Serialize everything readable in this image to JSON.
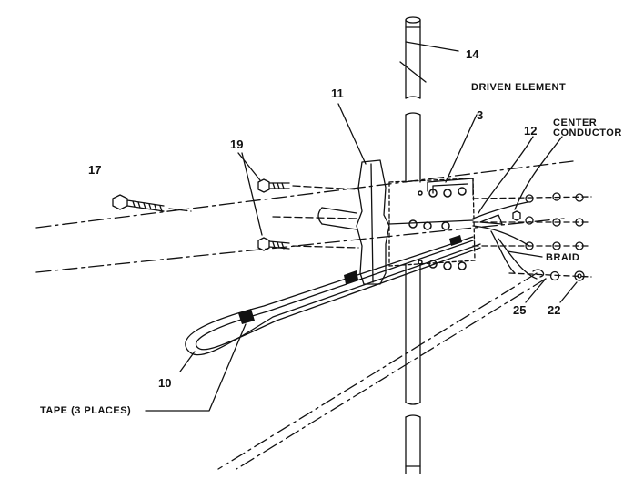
{
  "colors": {
    "ink": "#111111",
    "paper": "#ffffff"
  },
  "callouts": {
    "n14": "14",
    "n11": "11",
    "n3": "3",
    "n12": "12",
    "n19": "19",
    "n17": "17",
    "n10": "10",
    "n25": "25",
    "n22": "22"
  },
  "captions": {
    "driven_element": "DRIVEN ELEMENT",
    "center_1": "CENTER",
    "center_2": "CONDUCTOR",
    "braid": "BRAID",
    "tape": "TAPE (3 PLACES)"
  }
}
